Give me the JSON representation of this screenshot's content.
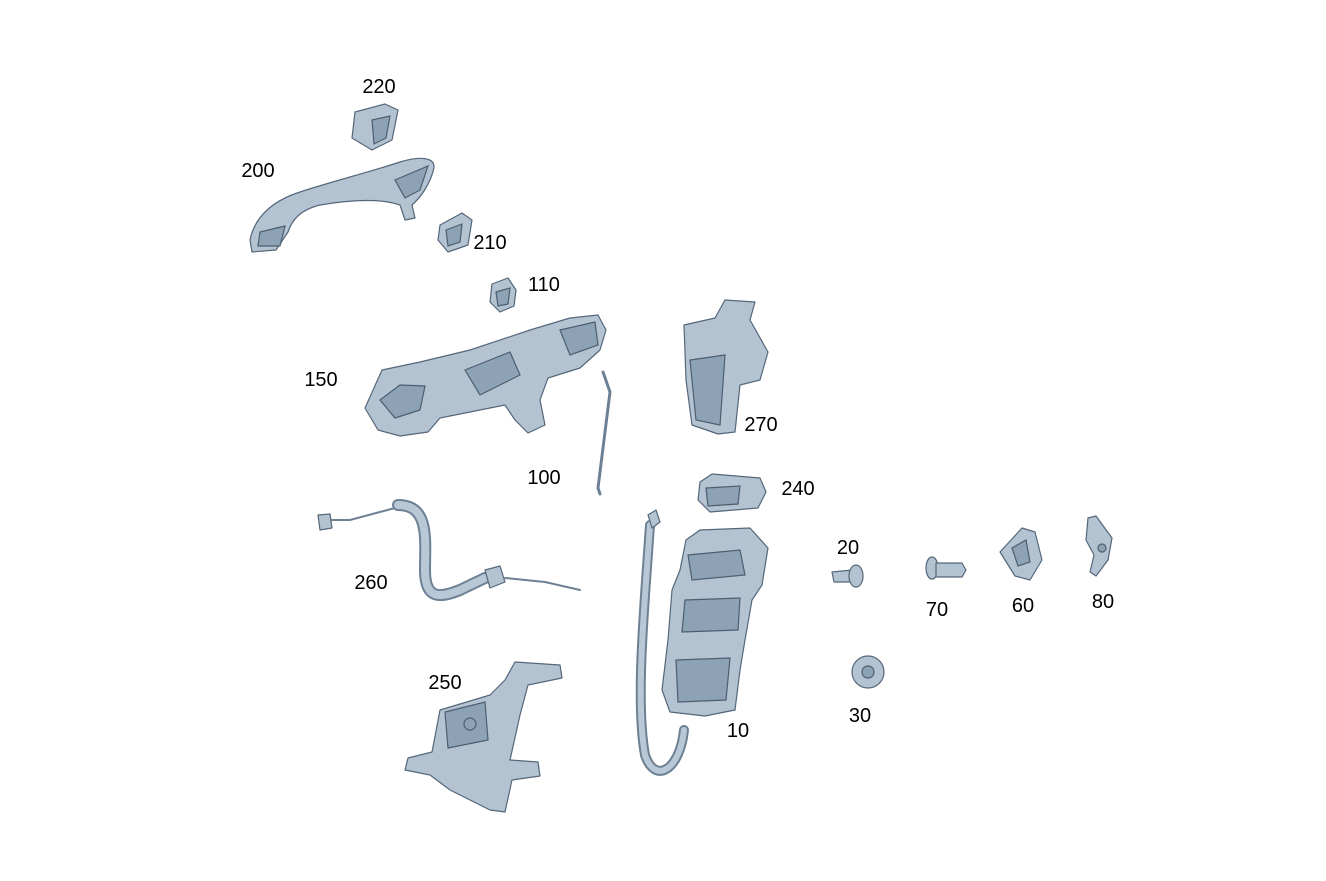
{
  "diagram": {
    "part_labels": [
      "220",
      "200",
      "210",
      "110",
      "150",
      "270",
      "100",
      "240",
      "260",
      "20",
      "70",
      "60",
      "80",
      "250",
      "10",
      "30"
    ],
    "colors": {
      "part_fill": "#b3c3d2",
      "part_edge": "#55677a",
      "background": "#ffffff"
    }
  }
}
